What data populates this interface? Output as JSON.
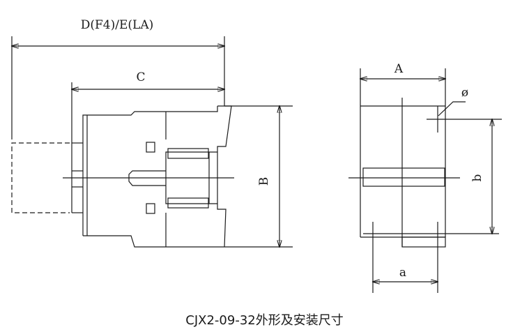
{
  "labels": {
    "dim_d": "D(F4)/E(LA)",
    "dim_c": "C",
    "dim_b": "B",
    "dim_a_upper": "A",
    "dim_phi": "ø",
    "dim_b_lower": "b",
    "dim_a_lower": "a"
  },
  "caption": "CJX2-09-32外形及安装尺寸"
}
